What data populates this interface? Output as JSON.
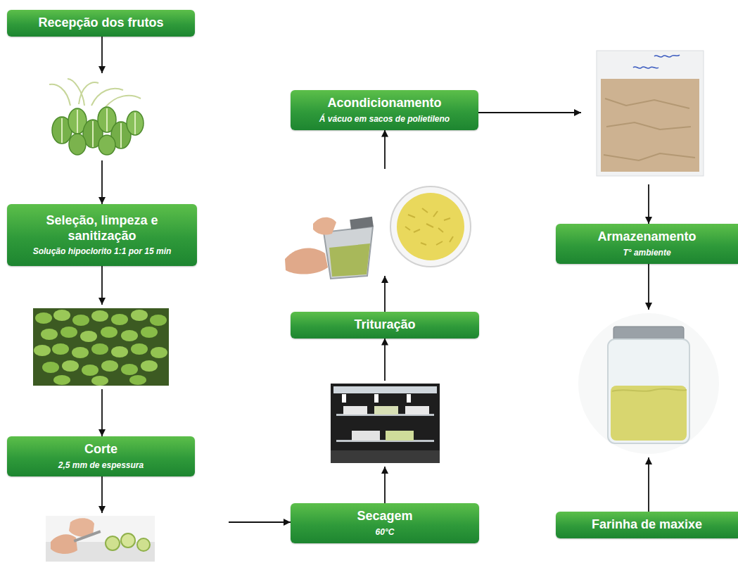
{
  "diagram": {
    "nodes": [
      {
        "text": [
          "Recepção dos frutos"
        ]
      },
      {
        "text": [
          "Seleção, limpeza e sanitização",
          "Solução hipoclorito 1:1 por 15 min"
        ]
      },
      {
        "text": [
          "Corte",
          "2,5 mm de espessura"
        ]
      },
      {
        "text": [
          "Secagem",
          "60°C"
        ]
      },
      {
        "text": [
          "Trituração"
        ]
      },
      {
        "text": [
          "Acondicionamento",
          "Á vácuo em sacos de polietileno"
        ]
      },
      {
        "text": [
          "Armazenamento",
          "T° ambiente"
        ]
      },
      {
        "text": [
          "Farinha de maxixe"
        ]
      }
    ],
    "edges": [
      {
        "from": 0,
        "to": 1,
        "arrow": "to"
      },
      {
        "from": 1,
        "to": 2,
        "arrow": "to"
      },
      {
        "from": 2,
        "to": 3,
        "arrow": "to"
      },
      {
        "from": 3,
        "to": 4,
        "arrow": "to"
      },
      {
        "from": 4,
        "to": 5,
        "arrow": "to"
      },
      {
        "from": 5,
        "to": 6,
        "arrow": "to"
      },
      {
        "from": 6,
        "to": 7,
        "arrow": "none"
      }
    ]
  }
}
